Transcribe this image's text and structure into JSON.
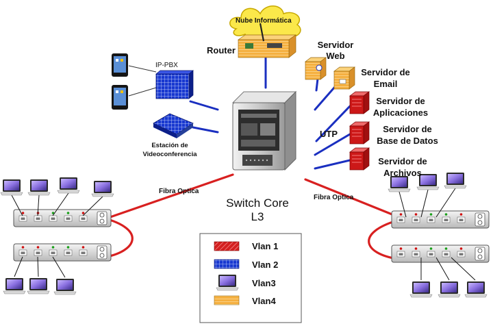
{
  "nodes": {
    "cloud": "Nube Informática",
    "router": "Router",
    "ippbx": "IP-PBX",
    "video_line1": "Estación de",
    "video_line2": "Videoconferencia",
    "web_line1": "Servidor",
    "web_line2": "Web",
    "email_line1": "Servidor de",
    "email_line2": "Email",
    "apps_line1": "Servidor de",
    "apps_line2": "Aplicaciones",
    "db_line1": "Servidor de",
    "db_line2": "Base de Datos",
    "files_line1": "Servidor de",
    "files_line2": "Archivos",
    "utp": "UTP",
    "core_line1": "Switch Core",
    "core_line2": "L3",
    "fiber_left": "Fibra Optica",
    "fiber_right": "Fibra Optica"
  },
  "legend": [
    {
      "label": "Vlan 1",
      "swatch": "red-hatched"
    },
    {
      "label": "Vlan 2",
      "swatch": "blue-grid"
    },
    {
      "label": "Vlan3",
      "swatch": "laptop"
    },
    {
      "label": "Vlan4",
      "swatch": "orange-stripes"
    }
  ],
  "colors": {
    "vlan1": "#d42020",
    "vlan2": "#1030c8",
    "vlan4": "#f5b040",
    "utp_link": "#1a2fc0",
    "fiber_link": "#d82020",
    "cloud": "#fbe84a"
  },
  "icons": [
    "cloud-icon",
    "router-icon",
    "tablet-icon",
    "pbx-icon",
    "video-station-icon",
    "server-icon",
    "switch-core-icon",
    "access-switch-icon",
    "laptop-icon"
  ]
}
